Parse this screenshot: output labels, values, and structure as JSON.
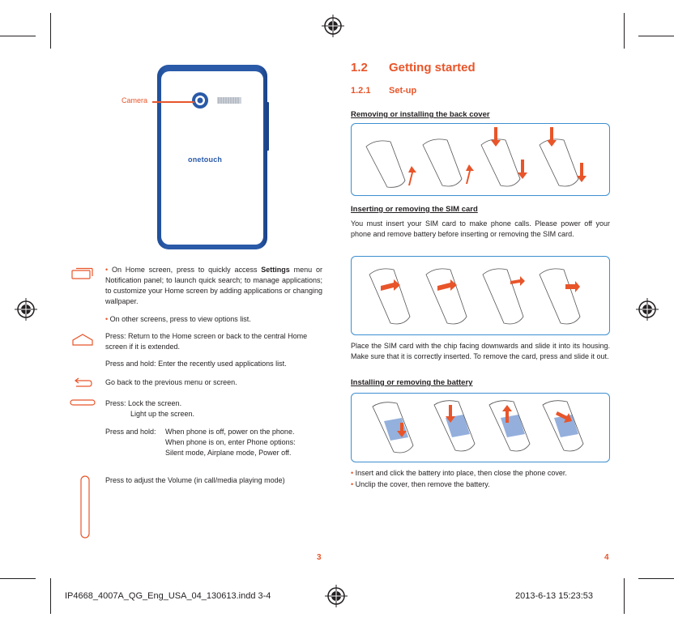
{
  "left": {
    "camera_label": "Camera",
    "brand_logo": "onetouch",
    "menu_key": {
      "bullet1_pre": "On Home screen, press to quickly access ",
      "bullet1_bold": "Settings",
      "bullet1_post": " menu or Notification panel; to launch quick search; to manage applications;  to customize your Home screen by adding applications or changing wallpaper.",
      "bullet2": "On other screens, press to view options list."
    },
    "home_key": {
      "press_label": "Press:",
      "press_text": "Return to the Home screen or back to the central Home screen if it is extended.",
      "hold_label": "Press and hold:",
      "hold_text": "Enter the recently used applications list."
    },
    "back_key": {
      "text": "Go back to the previous menu or screen."
    },
    "power_key": {
      "press_label": "Press:",
      "press_line1": "Lock the screen.",
      "press_line2": "Light up the screen.",
      "hold_label": "Press and hold:",
      "hold_line1": "When phone is off, power on the phone.",
      "hold_line2": "When phone is on, enter Phone options:",
      "hold_line3": "Silent mode, Airplane mode, Power off."
    },
    "volume_key": {
      "text": "Press to adjust the Volume (in call/media playing mode)"
    },
    "page_number": "3"
  },
  "right": {
    "section_number": "1.2",
    "section_title": "Getting started",
    "subsection_number": "1.2.1",
    "subsection_title": "Set-up",
    "back_cover_heading": "Removing or installing the back cover",
    "sim_heading": "Inserting or removing the SIM card",
    "sim_intro": "You must insert your SIM card to make phone calls. Please power off your phone and remove battery before inserting or removing the SIM card.",
    "sim_after": "Place the SIM card with the chip facing downwards and slide it into its housing. Make sure that it is correctly inserted. To remove the card, press and slide it out.",
    "battery_heading": "Installing or removing the battery",
    "battery_bullet1": "Insert and click the battery into place, then close the phone cover.",
    "battery_bullet2": "Unclip the cover, then remove the battery.",
    "page_number": "4"
  },
  "footer": {
    "file_name": "IP4668_4007A_QG_Eng_USA_04_130613.indd   3-4",
    "timestamp": "2013-6-13   15:23:53"
  },
  "colors": {
    "accent": "#e8552a",
    "frame": "#3d8fd1",
    "phone_blue": "#2a5aa8"
  }
}
